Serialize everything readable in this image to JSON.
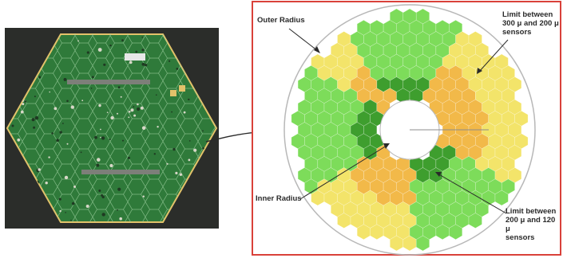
{
  "labels": {
    "outer_radius": "Outer Radius",
    "inner_radius": "Inner Radius",
    "limit_300_200": [
      "Limit between",
      "300 μ and 200 μ",
      "sensors"
    ],
    "limit_200_120": [
      "Limit between",
      "200 μ and 120 μ",
      "sensors"
    ]
  },
  "colors": {
    "frame": "#d9413a",
    "green": "#7ddc5a",
    "dark_green": "#3e9e2e",
    "yellow": "#f3e46a",
    "orange": "#f2b949",
    "photo_background": "#2b2d2a",
    "pcb_green": "#2f7a3a"
  }
}
